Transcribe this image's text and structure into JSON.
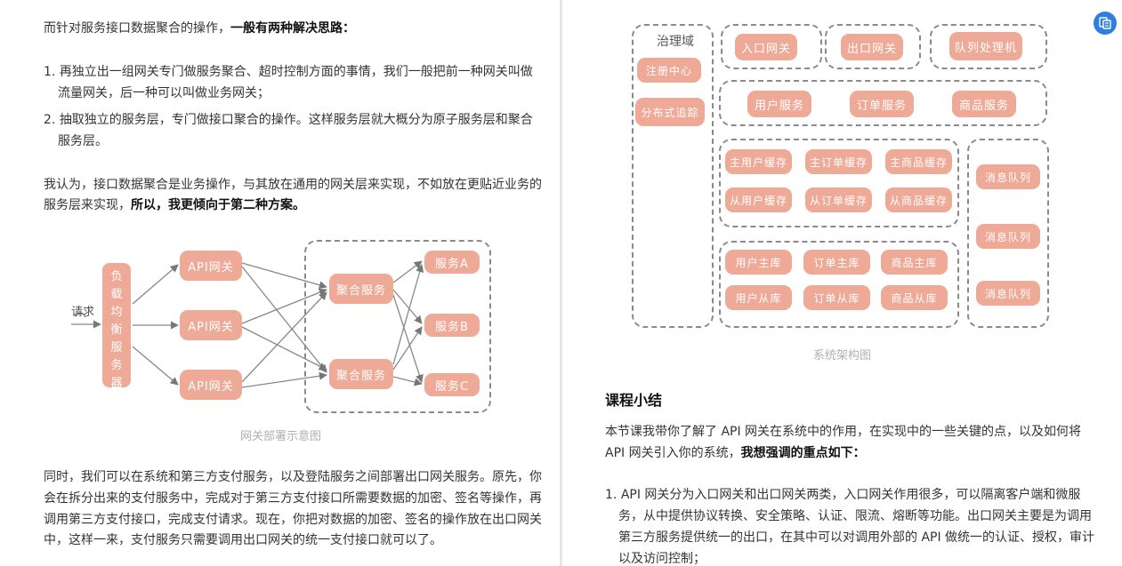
{
  "left": {
    "intro_normal": "而针对服务接口数据聚合的操作，",
    "intro_bold": "一般有两种解决思路：",
    "list": [
      {
        "num": "1.",
        "line1": "再独立出一组网关专门做服务聚合、超时控制方面的事情，我们一般把前一种网关叫做",
        "line2": "流量网关，后一种可以叫做业务网关；"
      },
      {
        "num": "2.",
        "line1": "抽取独立的服务层，专门做接口聚合的操作。这样服务层就大概分为原子服务层和聚合",
        "line2": "服务层。"
      }
    ],
    "opinion_line1": "我认为，接口数据聚合是业务操作，与其放在通用的网关层来实现，不如放在更贴近业务的",
    "opinion_line2_normal": "服务层来实现，",
    "opinion_line2_bold": "所以，我更倾向于第二种方案。",
    "diagram": {
      "request_label": "请求",
      "lb_chars": [
        "负",
        "载",
        "均",
        "衡",
        "服",
        "务",
        "器"
      ],
      "gateways": [
        "API网关",
        "API网关",
        "API网关"
      ],
      "aggregators": [
        "聚合服务",
        "聚合服务"
      ],
      "services": [
        "服务A",
        "服务B",
        "服务C"
      ],
      "caption": "网关部署示意图"
    },
    "para_lines": [
      "同时，我们可以在系统和第三方支付服务，以及登陆服务之间部署出口网关服务。原先，你",
      "会在拆分出来的支付服务中，完成对于第三方支付接口所需要数据的加密、签名等操作，再",
      "调用第三方支付接口，完成支付请求。现在，你把对数据的加密、签名的操作放在出口网关",
      "中，这样一来，支付服务只需要调用出口网关的统一支付接口就可以了。"
    ]
  },
  "right": {
    "arch": {
      "governance_title": "治理域",
      "governance_items": [
        "注册中心",
        "分布式追踪"
      ],
      "gateways": [
        "入口网关",
        "出口网关",
        "队列处理机"
      ],
      "services": [
        "用户服务",
        "订单服务",
        "商品服务"
      ],
      "cache_master": [
        "主用户缓存",
        "主订单缓存",
        "主商品缓存"
      ],
      "cache_slave": [
        "从用户缓存",
        "从订单缓存",
        "从商品缓存"
      ],
      "db_master": [
        "用户主库",
        "订单主库",
        "商品主库"
      ],
      "db_slave": [
        "用户从库",
        "订单从库",
        "商品从库"
      ],
      "queues": [
        "消息队列",
        "消息队列",
        "消息队列"
      ],
      "caption": "系统架构图"
    },
    "summary_title": "课程小结",
    "summary_line1": "本节课我带你了解了 API 网关在系统中的作用，在实现中的一些关键的点，以及如何将",
    "summary_line2_normal": "API 网关引入你的系统，",
    "summary_line2_bold": "我想强调的重点如下：",
    "points": [
      {
        "num": "1.",
        "lines": [
          "API 网关分为入口网关和出口网关两类，入口网关作用很多，可以隔离客户端和微服",
          "务，从中提供协议转换、安全策略、认证、限流、熔断等功能。出口网关主要是为调用",
          "第三方服务提供统一的出口，在其中可以对调用外部的 API 做统一的认证、授权，审计",
          "以及访问控制；"
        ]
      }
    ]
  },
  "colors": {
    "box": "#eeaa97",
    "dash": "#8a8a8a",
    "fab": "#2f7de1"
  },
  "icons": {
    "fab": "document-translate-icon"
  }
}
